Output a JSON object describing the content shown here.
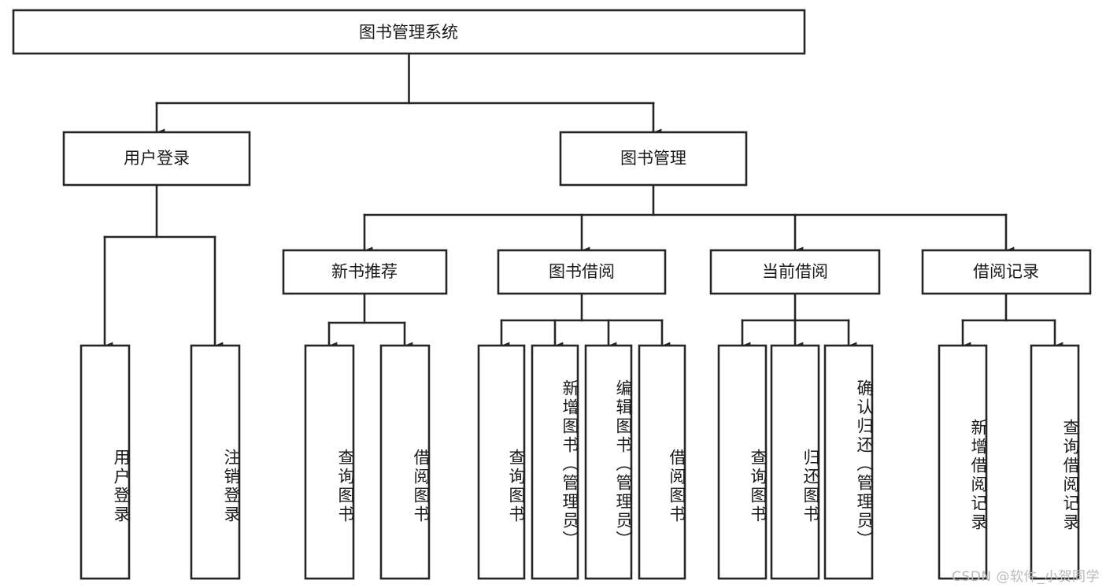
{
  "diagram": {
    "title": "图书管理系统",
    "type": "tree-hierarchy-chart",
    "watermark": "CSDN @软件_小贺同学",
    "colors": {
      "stroke": "#262626",
      "fill": "#ffffff",
      "text": "#1a1a1a",
      "watermark": "#b9b9b9"
    },
    "root": {
      "label": "图书管理系统"
    },
    "level1": [
      {
        "label": "用户登录"
      },
      {
        "label": "图书管理"
      }
    ],
    "level2": [
      {
        "label": "新书推荐"
      },
      {
        "label": "图书借阅"
      },
      {
        "label": "当前借阅"
      },
      {
        "label": "借阅记录"
      }
    ],
    "leaves": {
      "user_login": [
        {
          "label": "用户登录"
        },
        {
          "label": "注销登录"
        }
      ],
      "new_book_recommend": [
        {
          "label": "查询图书"
        },
        {
          "label": "借阅图书"
        }
      ],
      "book_borrow": [
        {
          "label": "查询图书"
        },
        {
          "label": "新增图书（管理员）"
        },
        {
          "label": "编辑图书（管理员）"
        },
        {
          "label": "借阅图书"
        }
      ],
      "current_borrow": [
        {
          "label": "查询图书"
        },
        {
          "label": "归还图书"
        },
        {
          "label": "确认归还（管理员）"
        }
      ],
      "borrow_record": [
        {
          "label": "新增借阅记录"
        },
        {
          "label": "查询借阅记录"
        }
      ]
    }
  }
}
